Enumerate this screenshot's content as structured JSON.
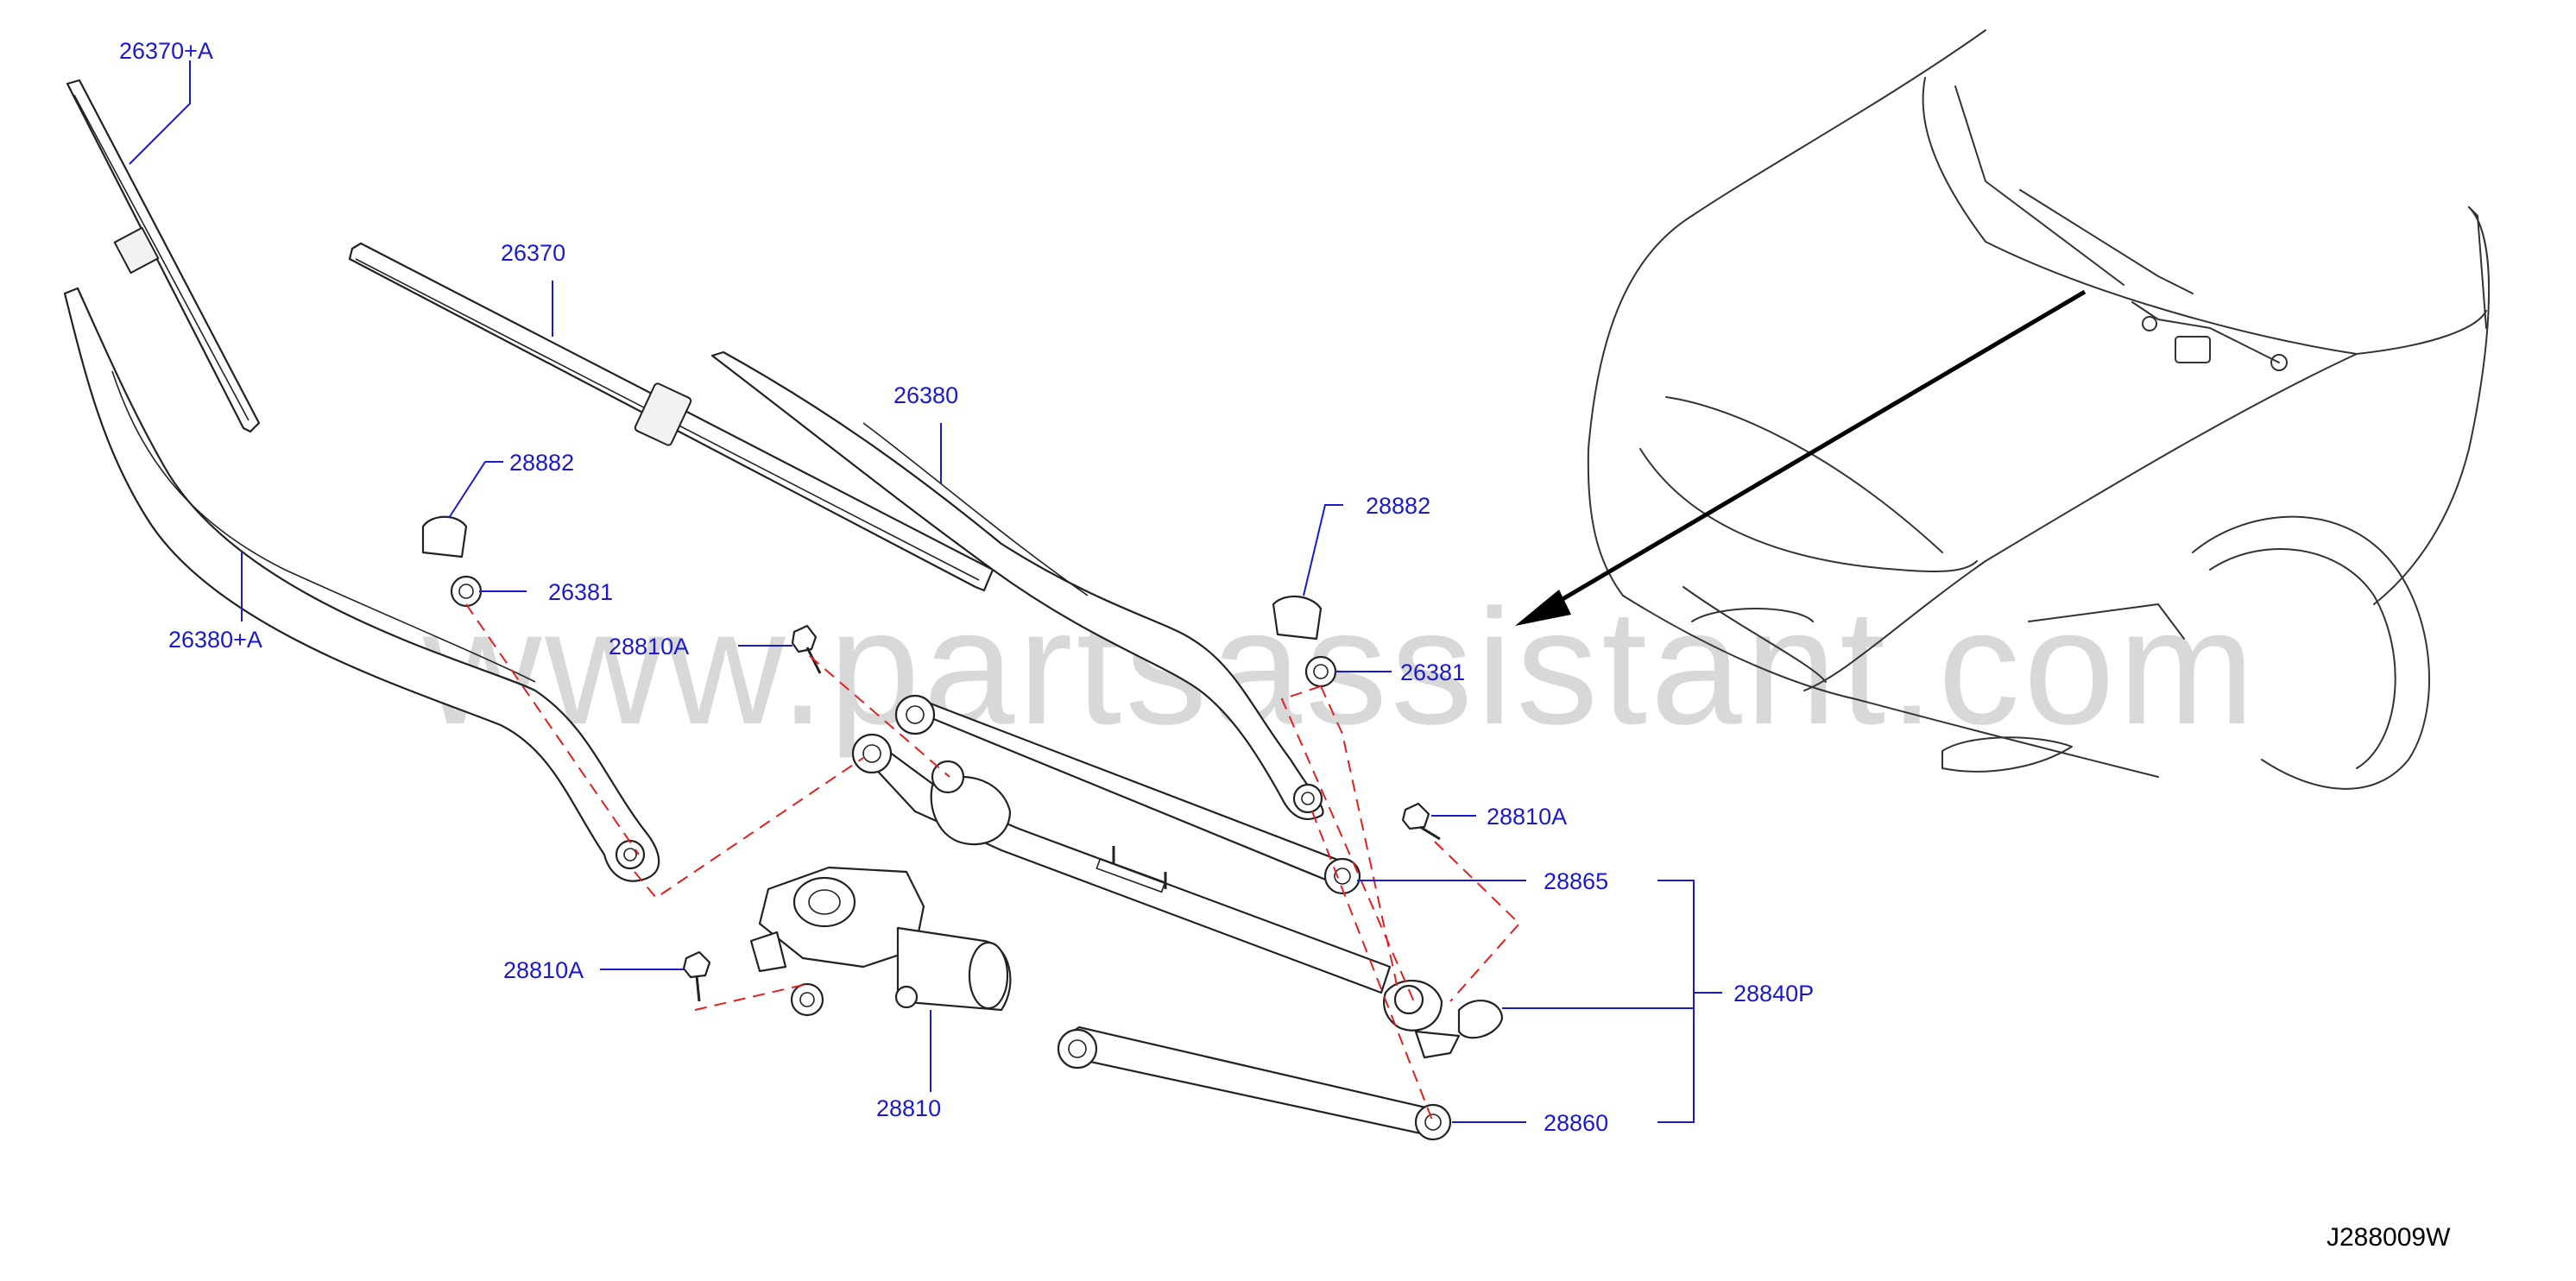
{
  "watermark": "www.partsassistant.com",
  "diagram_code": "J288009W",
  "parts": [
    {
      "id": "26370+A"
    },
    {
      "id": "26370"
    },
    {
      "id": "26380"
    },
    {
      "id": "28882"
    },
    {
      "id": "26381"
    },
    {
      "id": "26380+A"
    },
    {
      "id": "28810A"
    },
    {
      "id": "28882"
    },
    {
      "id": "26381"
    },
    {
      "id": "28810A"
    },
    {
      "id": "28865"
    },
    {
      "id": "28810A"
    },
    {
      "id": "28840P"
    },
    {
      "id": "28810"
    },
    {
      "id": "28860"
    }
  ]
}
